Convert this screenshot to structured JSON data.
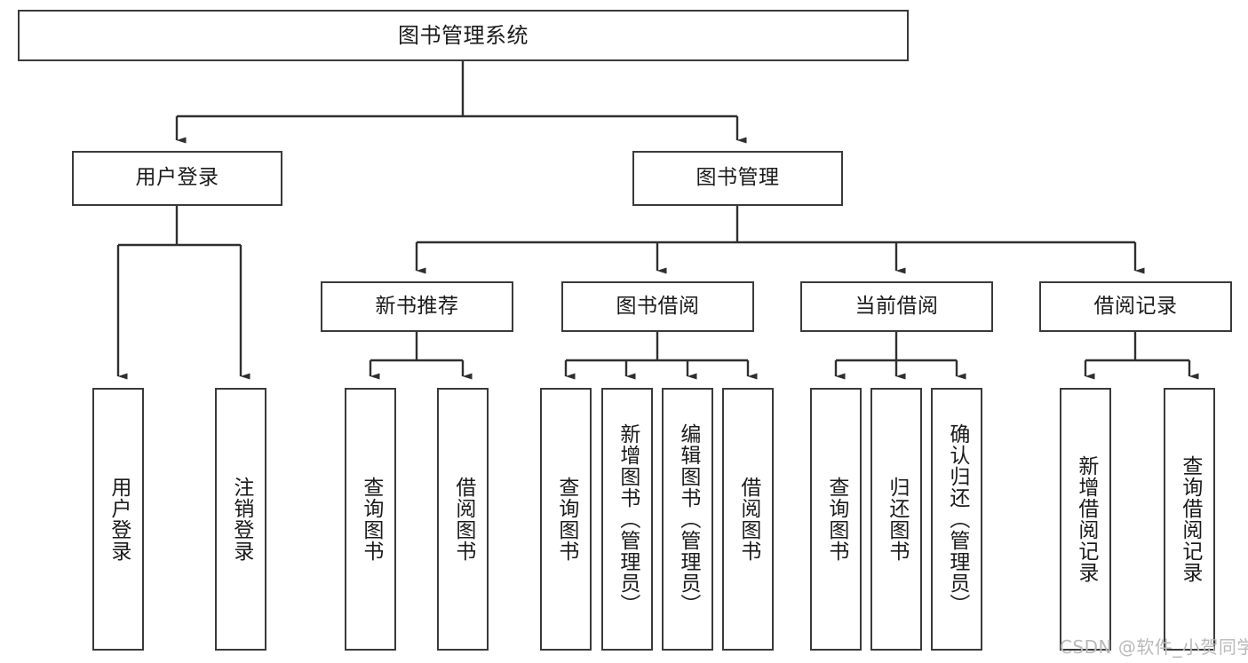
{
  "diagram": {
    "title": "图书管理系统",
    "type": "tree-hierarchy-diagram",
    "watermark": "CSDN @软件_小贺同学",
    "colors": {
      "box_border": "#3a3a3a",
      "box_fill": "#ffffff",
      "edge": "#2f2f2f",
      "text": "#1b1b1b",
      "watermark": "#b9b9b9",
      "background": "#ffffff"
    },
    "root": {
      "label": "图书管理系统"
    },
    "level1": [
      {
        "label": "用户登录"
      },
      {
        "label": "图书管理"
      }
    ],
    "level2": [
      {
        "label": "新书推荐"
      },
      {
        "label": "图书借阅"
      },
      {
        "label": "当前借阅"
      },
      {
        "label": "借阅记录"
      }
    ],
    "leaves": {
      "user_login": [
        {
          "label": "用户登录"
        },
        {
          "label": "注销登录"
        }
      ],
      "new_book_recommend": [
        {
          "label": "查询图书"
        },
        {
          "label": "借阅图书"
        }
      ],
      "book_borrow": [
        {
          "label": "查询图书"
        },
        {
          "label": "新增图书（管理员）"
        },
        {
          "label": "编辑图书（管理员）"
        },
        {
          "label": "借阅图书"
        }
      ],
      "current_borrow": [
        {
          "label": "查询图书"
        },
        {
          "label": "归还图书"
        },
        {
          "label": "确认归还（管理员）"
        }
      ],
      "borrow_record": [
        {
          "label": "新增借阅记录"
        },
        {
          "label": "查询借阅记录"
        }
      ]
    }
  }
}
